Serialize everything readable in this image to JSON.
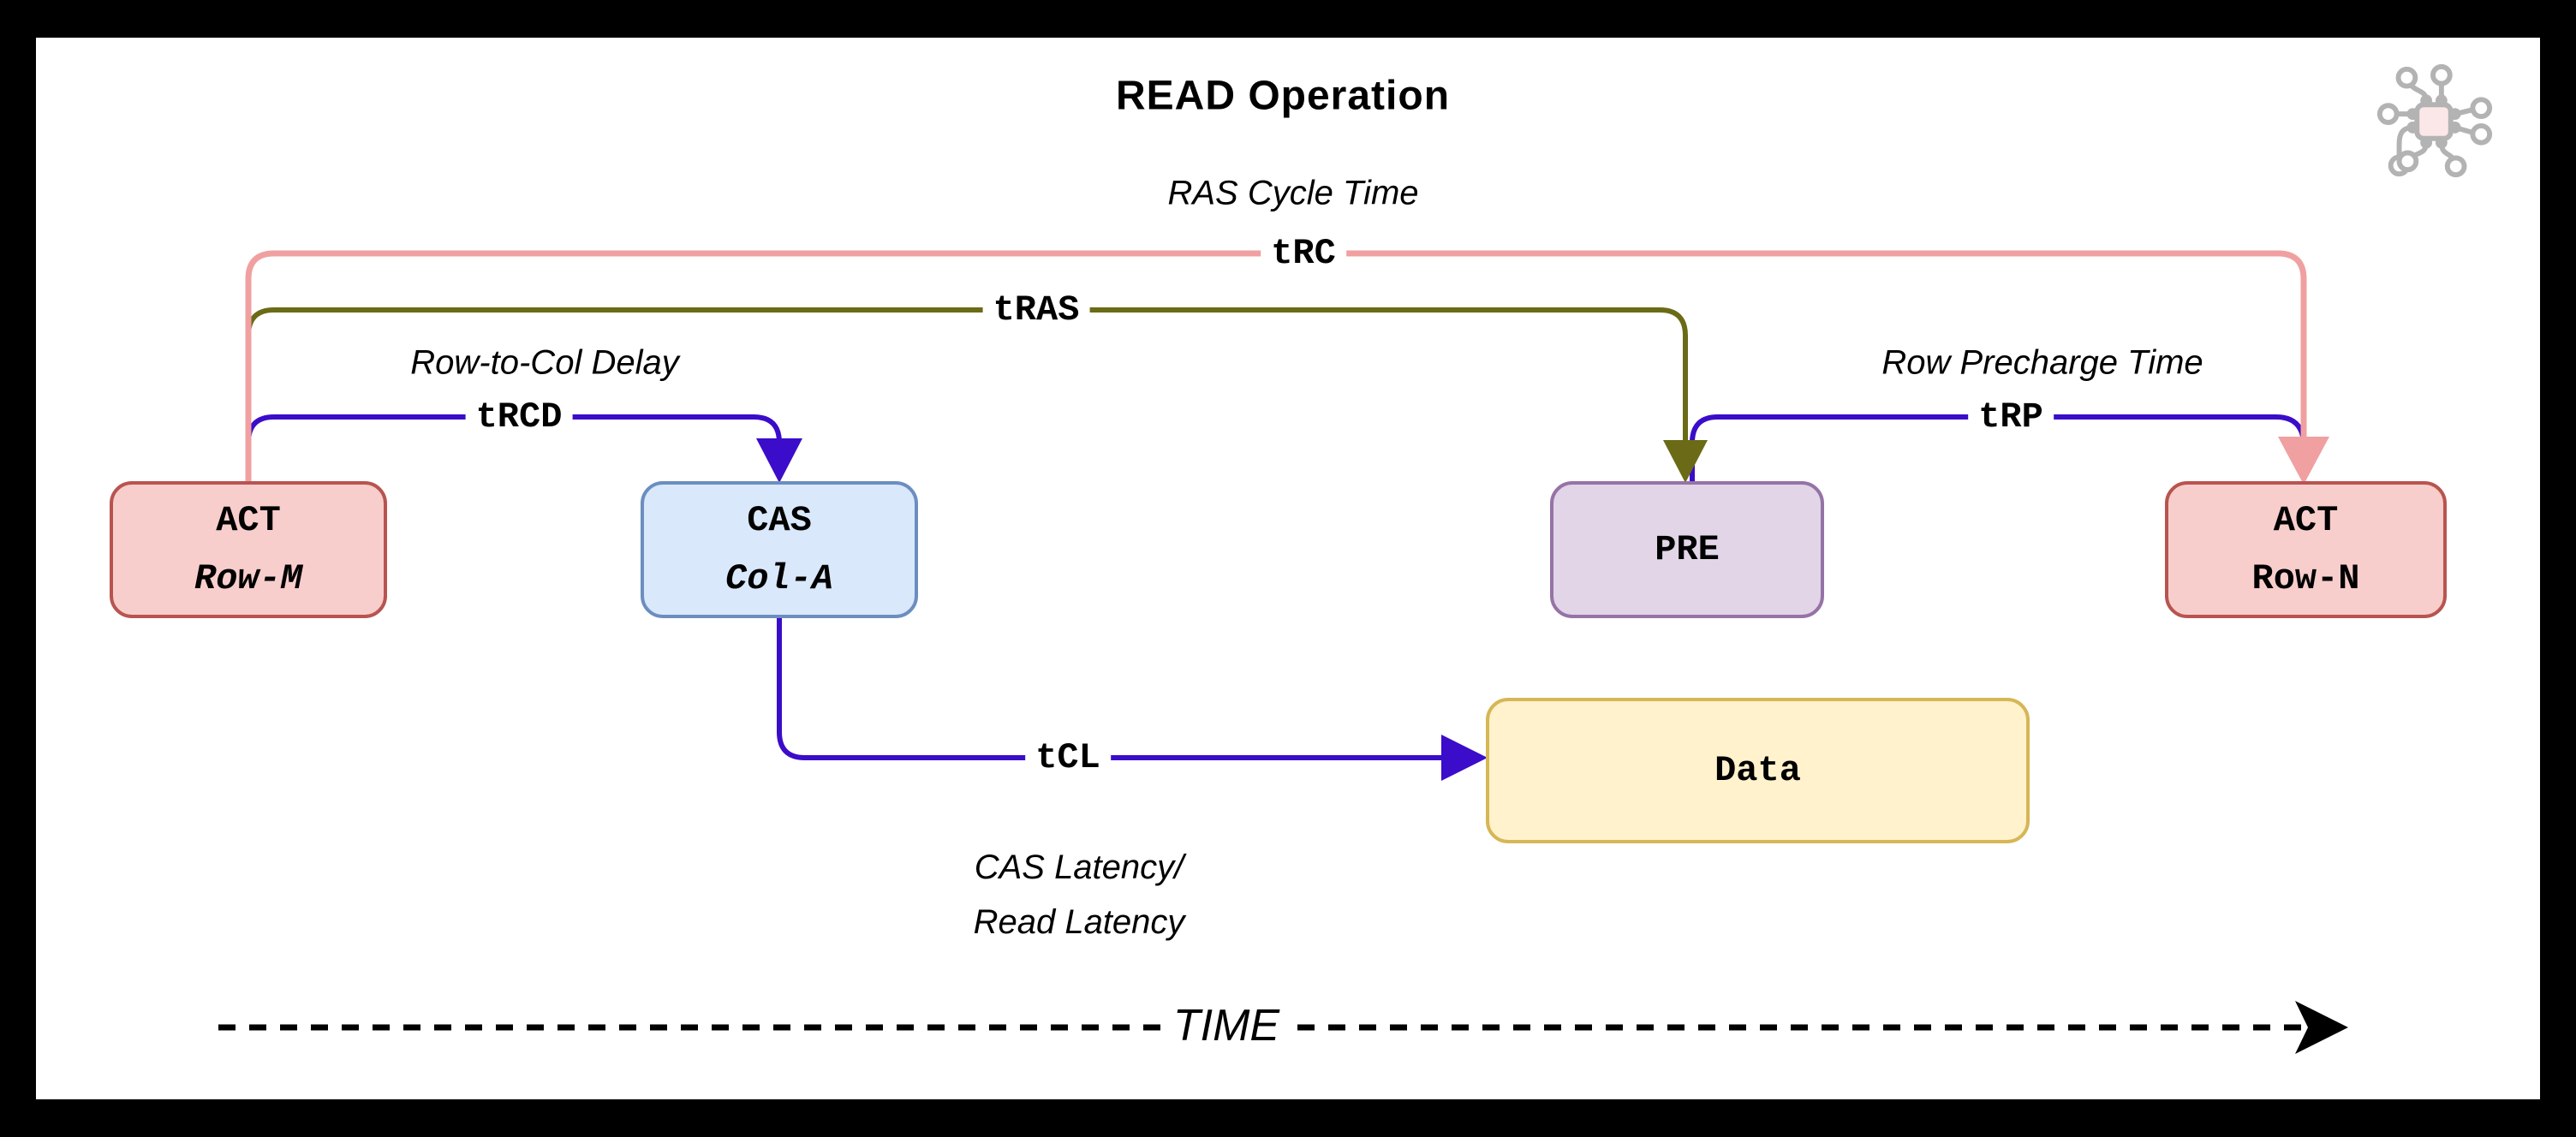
{
  "title": "READ Operation",
  "annotations": {
    "ras_cycle_time": "RAS Cycle Time",
    "row_to_col_delay": "Row-to-Col Delay",
    "row_precharge_time": "Row Precharge Time",
    "cas_latency_line1": "CAS Latency/",
    "cas_latency_line2": "Read Latency"
  },
  "timing_labels": {
    "trc": "tRC",
    "tras": "tRAS",
    "trcd": "tRCD",
    "trp": "tRP",
    "tcl": "tCL"
  },
  "nodes": {
    "act_row_m": {
      "command": "ACT",
      "target": "Row-M"
    },
    "cas_col_a": {
      "command": "CAS",
      "target": "Col-A"
    },
    "pre": {
      "command": "PRE"
    },
    "act_row_n": {
      "command": "ACT",
      "target": "Row-N"
    },
    "data": {
      "command": "Data"
    }
  },
  "time_axis": {
    "label": "TIME"
  },
  "colors": {
    "trc_arrow": "#f0a0a0",
    "tras_arrow": "#6b6b17",
    "trcd_trp_tcl_arrow": "#3b0cc9",
    "act_fill": "#f8cecc",
    "act_border": "#b85450",
    "cas_fill": "#dae8fc",
    "cas_border": "#6c8ebf",
    "pre_fill": "#e1d5e7",
    "pre_border": "#9673a6",
    "data_fill": "#fff2cc",
    "data_border": "#d6b656",
    "time_axis": "#000000",
    "chip_icon_stroke": "#b3b3b3",
    "chip_icon_fill": "#fbe7e7"
  }
}
